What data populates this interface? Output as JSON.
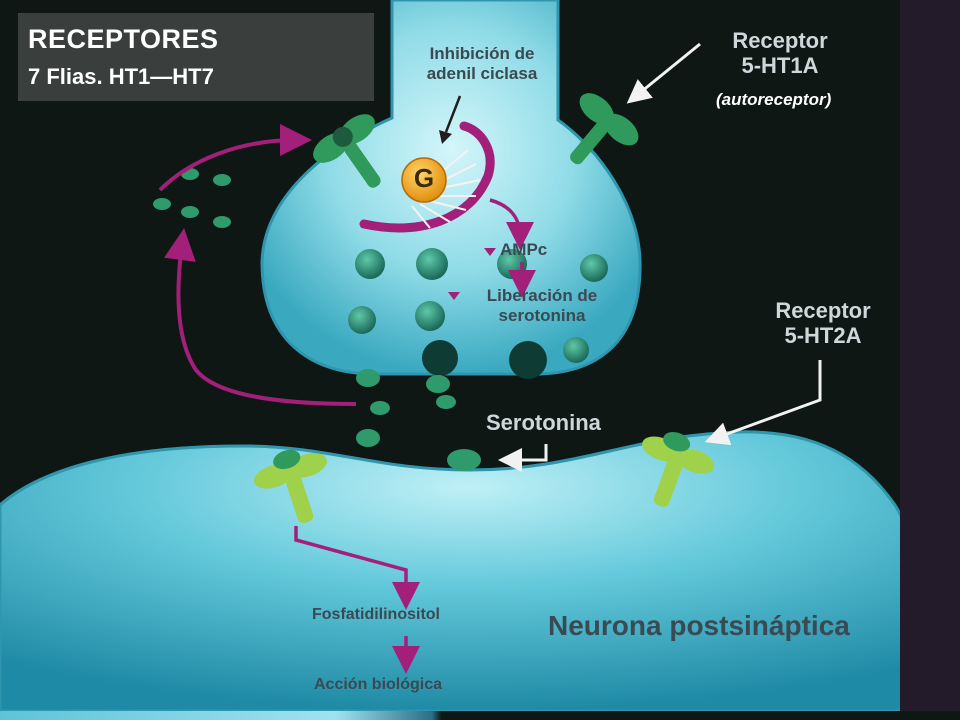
{
  "title": {
    "main": "RECEPTORES",
    "sub": "7 Flias. HT1—HT7"
  },
  "labels": {
    "inhibicion": [
      "Inhibición de",
      "adenil ciclasa"
    ],
    "receptor_1a": [
      "Receptor",
      "5-HT1A"
    ],
    "autoreceptor": "(autoreceptor)",
    "receptor_2a": [
      "Receptor",
      "5-HT2A"
    ],
    "g_protein": "G",
    "ampc": "AMPc",
    "liberacion": [
      "Liberación de",
      "serotonina"
    ],
    "serotonina": "Serotonina",
    "fosfatidilinositol": "Fosfatidilinositol",
    "accion": "Acción biológica",
    "neurona": "Neurona postsináptica"
  },
  "colors": {
    "background": "#0e1714",
    "neuron_fill": "#5ec6d6",
    "neuron_light": "#c9f1f6",
    "receptor_dark": "#2f9a5c",
    "receptor_light": "#9fd14a",
    "arrow": "#a3207a",
    "vesicle": "#1f7b6c",
    "g_protein": "#f3a11a"
  }
}
